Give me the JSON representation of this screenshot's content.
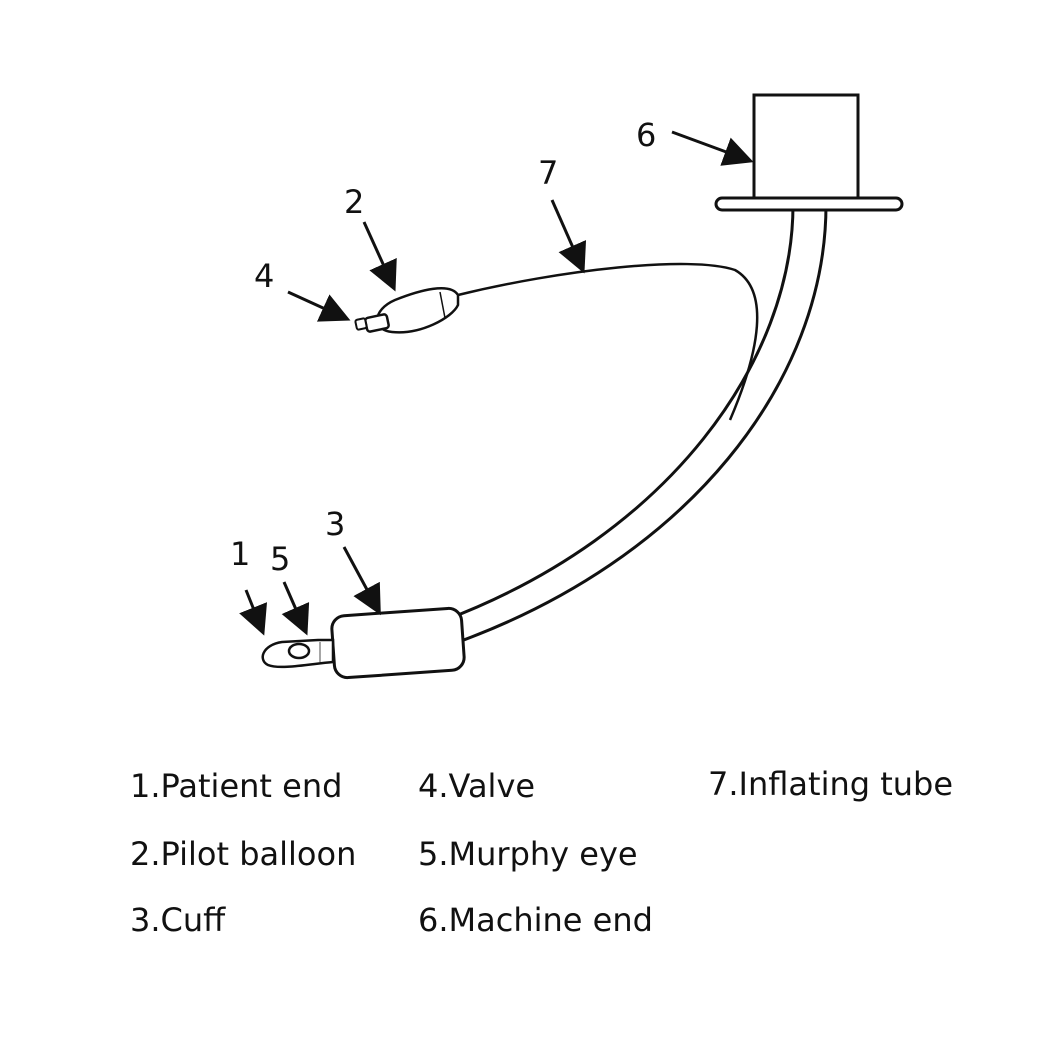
{
  "diagram": {
    "callouts": [
      "1",
      "2",
      "3",
      "4",
      "5",
      "6",
      "7"
    ]
  },
  "legend": [
    "1.Patient end",
    "2.Pilot balloon",
    "3.Cuff",
    "4.Valve",
    "5.Murphy eye",
    "6.Machine end",
    "7.Inflating tube"
  ],
  "colors": {
    "line": "#111111",
    "background": "#ffffff"
  }
}
